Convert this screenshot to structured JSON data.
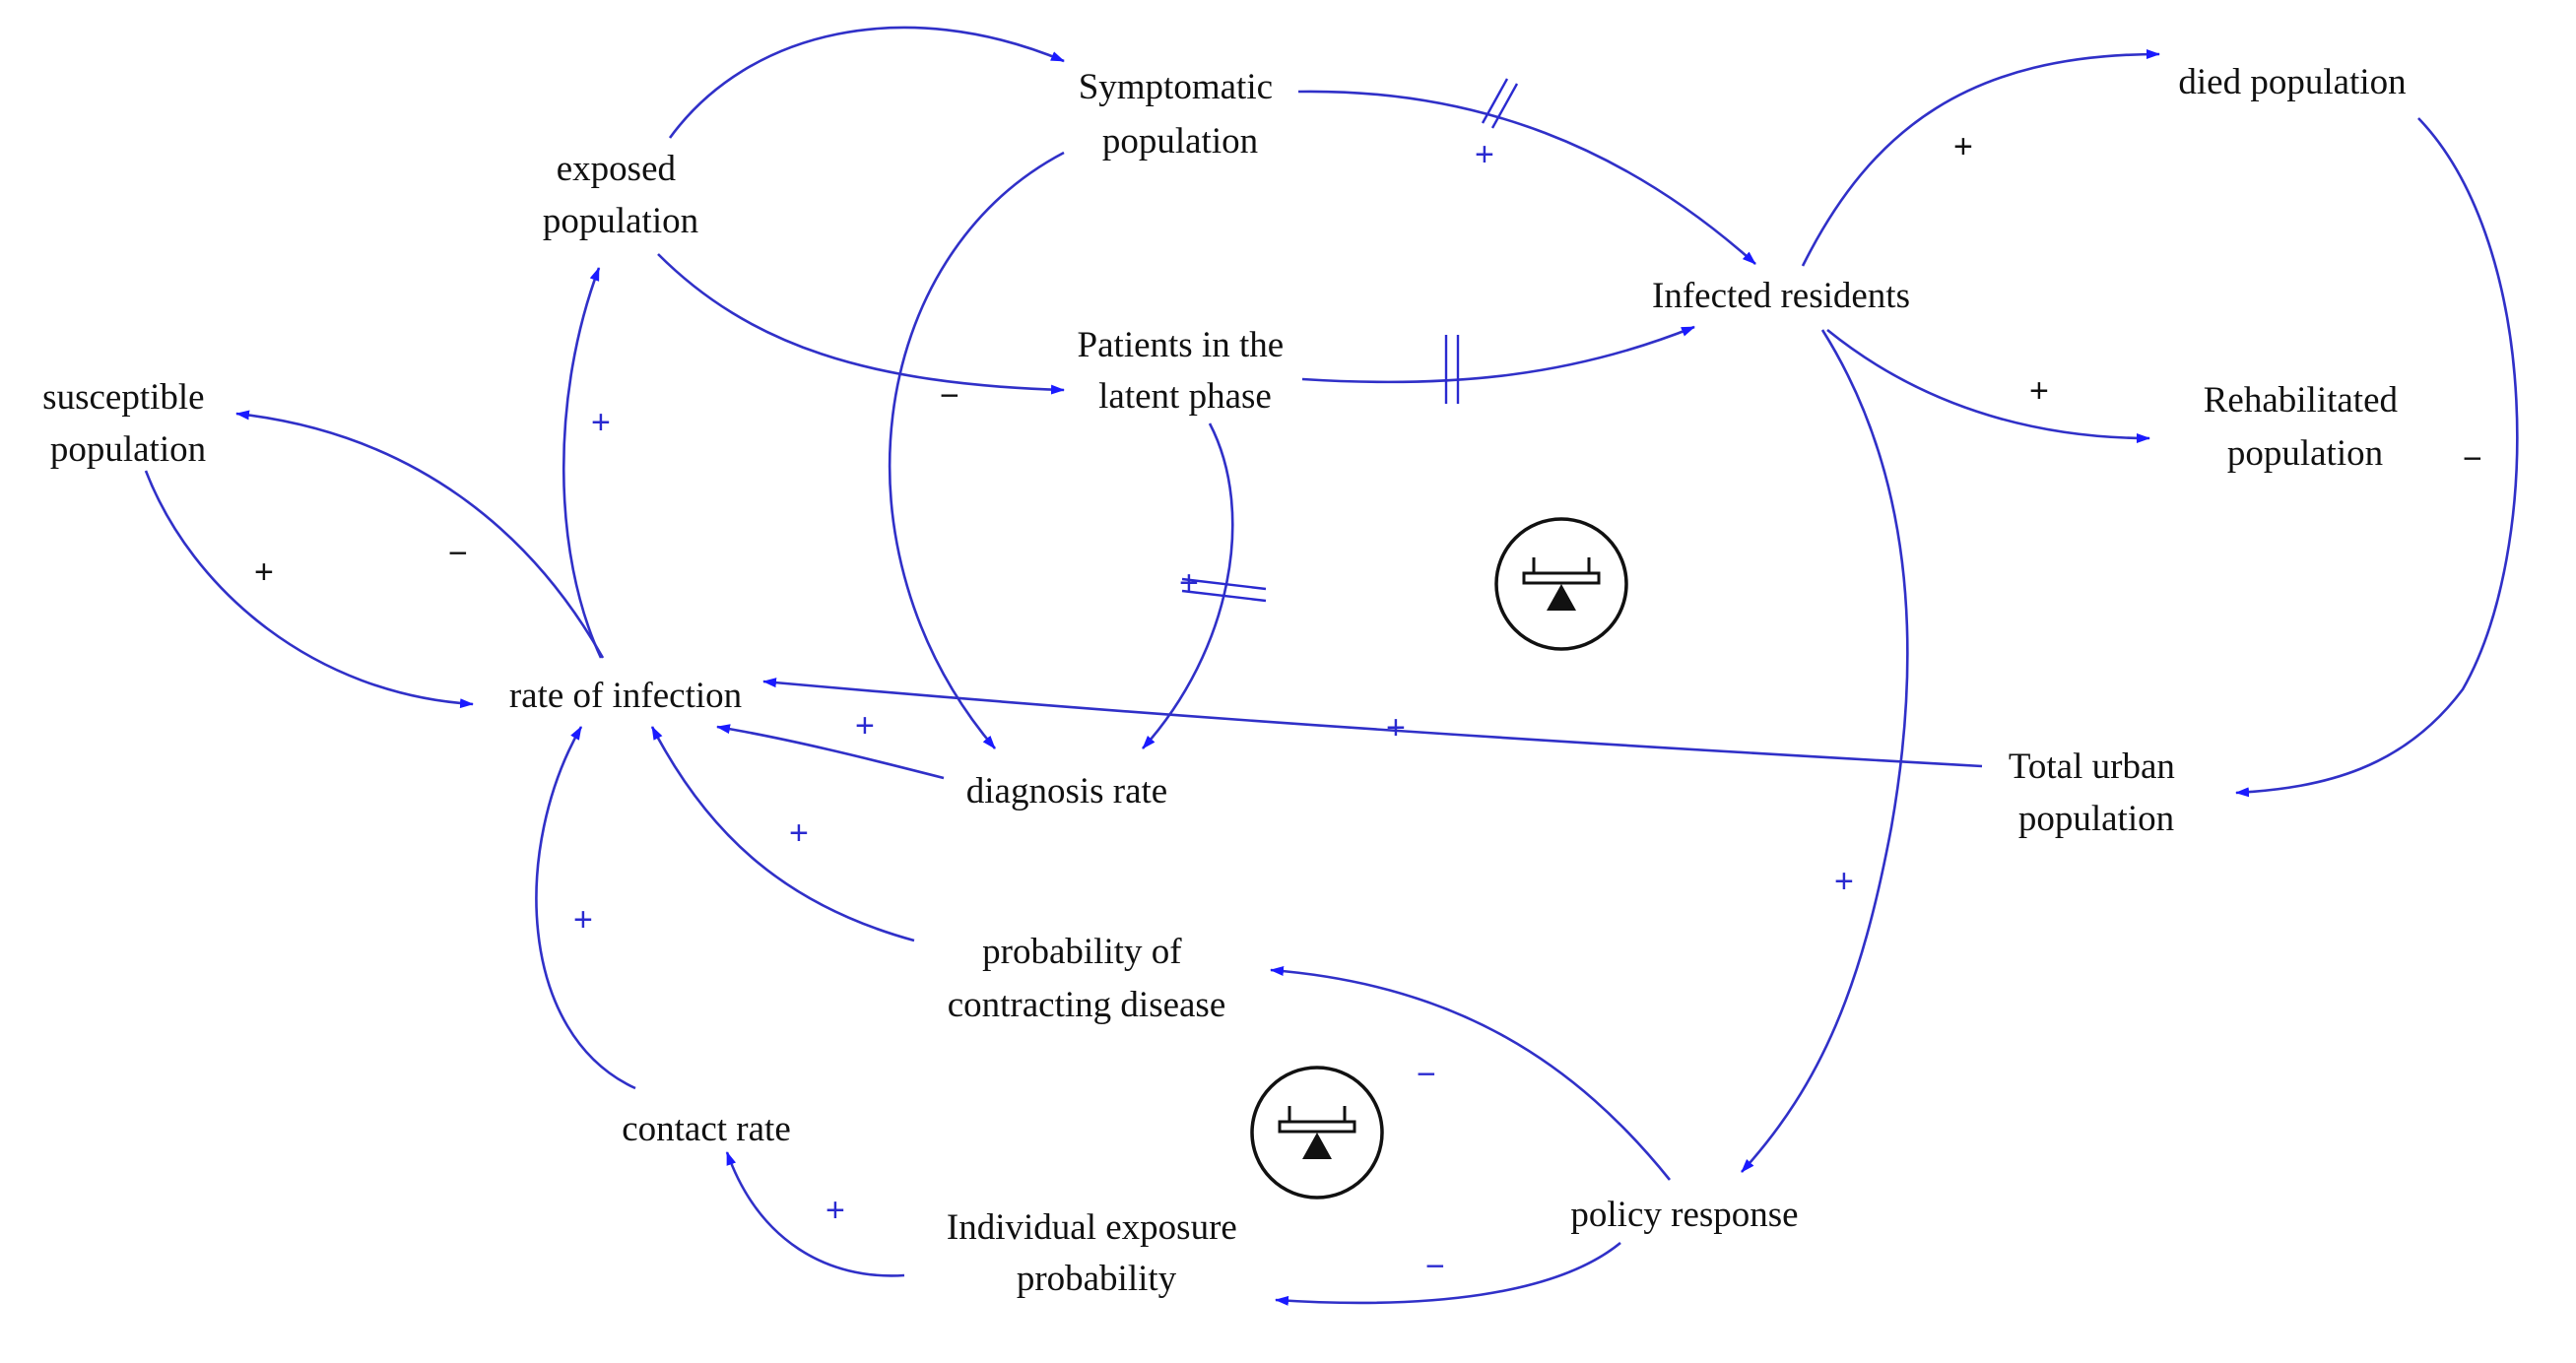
{
  "colors": {
    "arrow": "#3030c8",
    "arrowhead": "#1a1aff",
    "polarity_blue": "#2a2ad0",
    "text": "#111111"
  },
  "nodes": {
    "symptomatic": [
      "Symptomatic",
      "population"
    ],
    "exposed": [
      "exposed",
      "population"
    ],
    "latent": [
      "Patients in the",
      "latent phase"
    ],
    "infected": [
      "Infected residents"
    ],
    "died": [
      "died population"
    ],
    "rehab": [
      "Rehabilitated",
      "population"
    ],
    "susceptible": [
      "susceptible",
      "population"
    ],
    "infection_rate": [
      "rate of infection"
    ],
    "diagnosis": [
      "diagnosis rate"
    ],
    "total": [
      "Total urban",
      "population"
    ],
    "prob_contract": [
      "probability of",
      "contracting disease"
    ],
    "contact": [
      "contact rate"
    ],
    "exposure": [
      "Individual exposure",
      "probability"
    ],
    "policy": [
      "policy response"
    ]
  },
  "polarities": {
    "died_plus": "+",
    "rehab_plus": "+",
    "rehab_minus": "−",
    "symp_infected_plus": "+",
    "latent_diag_plus": "+",
    "symp_latent_minus": "−",
    "infection_exposed_plus": "+",
    "susceptible_plus": "+",
    "susceptible_minus": "−",
    "diag_infection_plus": "+",
    "total_infection_plus": "+",
    "prob_infection_plus": "+",
    "contact_infection_plus": "+",
    "infected_policy_plus": "+",
    "policy_prob_minus": "−",
    "policy_exposure_minus": "−",
    "exposure_contact_plus": "+"
  },
  "loop_icons": [
    "balancing-loop-icon",
    "balancing-loop-icon"
  ]
}
